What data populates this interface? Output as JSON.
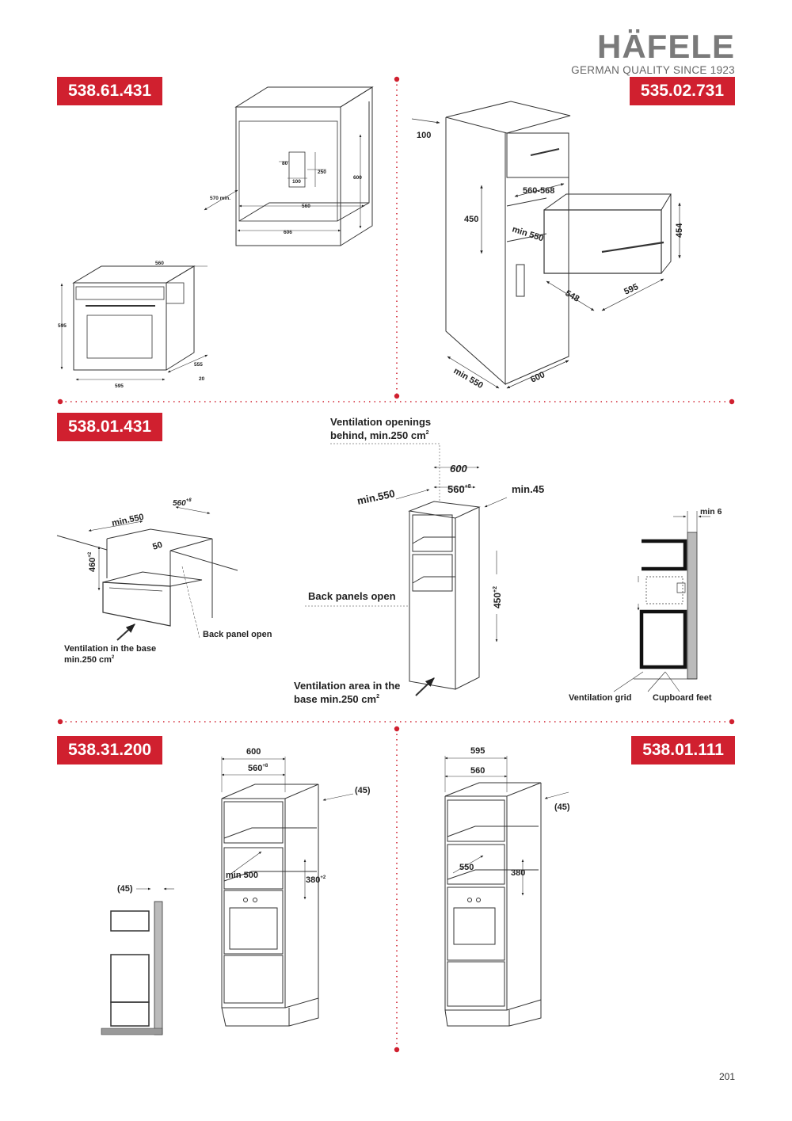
{
  "brand": {
    "name": "HÄFELE",
    "tagline": "GERMAN QUALITY SINCE 1923"
  },
  "products": {
    "p1": "538.61.431",
    "p2": "535.02.731",
    "p3": "538.01.431",
    "p4": "538.31.200",
    "p5": "538.01.111"
  },
  "section1": {
    "niche": {
      "d80": "80",
      "d250": "250",
      "d600": "600",
      "d100": "100",
      "d570": "570 min.",
      "d560": "560",
      "d606": "606"
    },
    "oven": {
      "d560": "560",
      "d595h": "595",
      "d555": "555",
      "d20": "20",
      "d595w": "595"
    }
  },
  "section2": {
    "d100": "100",
    "d560_568": "560-568",
    "d450": "450",
    "dmin550": "min 550",
    "d454": "454",
    "d548": "548",
    "d595": "595",
    "dmin550b": "min 550",
    "d600": "600"
  },
  "section3": {
    "d560": "560",
    "d560_sup": "+8",
    "dmin550": "min.550",
    "d50": "50",
    "d460": "460",
    "d460_sup": "+2",
    "back_panel": "Back panel open",
    "vent_base_l1": "Ventilation in the base",
    "vent_base_l2": "min.250 cm",
    "vent_base_sup": "2"
  },
  "section4": {
    "vent_open_l1": "Ventilation openings",
    "vent_open_l2": "behind, min.250 cm",
    "vent_open_sup": "2",
    "d600": "600",
    "d560": "560",
    "d560_sup": "+8",
    "dmin550": "min.550",
    "dmin45": "min.45",
    "back_panels": "Back panels open",
    "d450": "450",
    "d450_sup": "+2",
    "vent_area_l1": "Ventilation area in the",
    "vent_area_l2": "base min.250 cm",
    "vent_area_sup": "2"
  },
  "section5": {
    "dmin6": "min 6",
    "grid": "Ventilation grid",
    "feet": "Cupboard feet"
  },
  "section6": {
    "d600": "600",
    "d560": "560",
    "d560_sup": "+8",
    "d45": "(45)",
    "dmin500": "min 500",
    "d380": "380",
    "d380_sup": "+2",
    "d45_side": "(45)"
  },
  "section7": {
    "d595": "595",
    "d560": "560",
    "d45": "(45)",
    "d550": "550",
    "d380": "380"
  },
  "page": {
    "number": "201"
  },
  "colors": {
    "accent": "#d0202f",
    "line": "#333333",
    "logo": "#7a7a7a"
  }
}
